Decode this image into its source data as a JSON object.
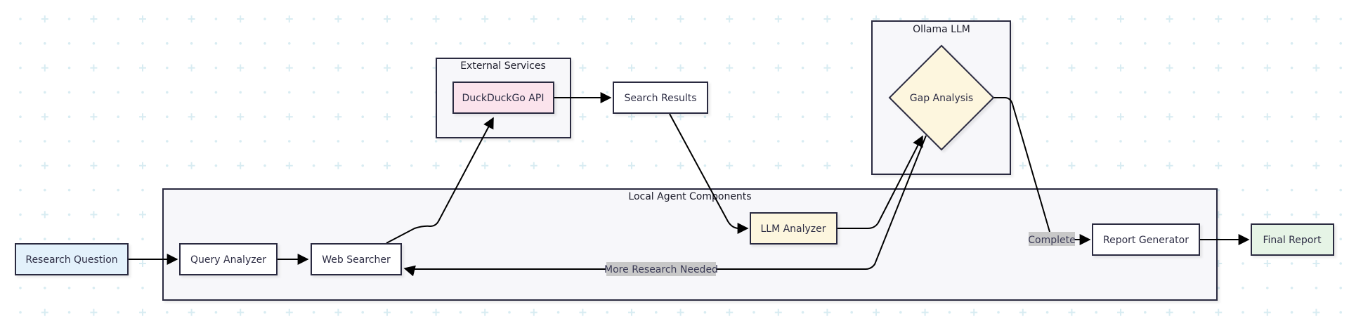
{
  "diagram": {
    "type": "flowchart",
    "colors": {
      "node_default": "#ffffff",
      "node_input": "#e3f1fb",
      "node_api": "#fbe3ec",
      "node_llm": "#fdf6de",
      "node_output": "#e6f4e6",
      "group_fill": "#f7f7fa",
      "stroke": "#2b2b40",
      "edge": "#000000",
      "edge_label_bg": "#c8c8c8",
      "grid_marks": "#d8ecf2"
    },
    "groups": [
      {
        "id": "local",
        "label": "Local Agent Components"
      },
      {
        "id": "external",
        "label": "External Services"
      },
      {
        "id": "ollama",
        "label": "Ollama LLM"
      }
    ],
    "nodes": [
      {
        "id": "research_question",
        "label": "Research Question",
        "kind": "input"
      },
      {
        "id": "query_analyzer",
        "label": "Query Analyzer",
        "kind": "default",
        "group": "local"
      },
      {
        "id": "web_searcher",
        "label": "Web Searcher",
        "kind": "default",
        "group": "local"
      },
      {
        "id": "duckduckgo_api",
        "label": "DuckDuckGo API",
        "kind": "api",
        "group": "external"
      },
      {
        "id": "search_results",
        "label": "Search Results",
        "kind": "default"
      },
      {
        "id": "llm_analyzer",
        "label": "LLM Analyzer",
        "kind": "llm",
        "group": "local"
      },
      {
        "id": "gap_analysis",
        "label": "Gap Analysis",
        "kind": "decision",
        "group": "ollama"
      },
      {
        "id": "report_generator",
        "label": "Report Generator",
        "kind": "default",
        "group": "local"
      },
      {
        "id": "final_report",
        "label": "Final Report",
        "kind": "output"
      }
    ],
    "edges": [
      {
        "from": "research_question",
        "to": "query_analyzer",
        "label": ""
      },
      {
        "from": "query_analyzer",
        "to": "web_searcher",
        "label": ""
      },
      {
        "from": "web_searcher",
        "to": "duckduckgo_api",
        "label": ""
      },
      {
        "from": "duckduckgo_api",
        "to": "search_results",
        "label": ""
      },
      {
        "from": "search_results",
        "to": "llm_analyzer",
        "label": ""
      },
      {
        "from": "llm_analyzer",
        "to": "gap_analysis",
        "label": ""
      },
      {
        "from": "gap_analysis",
        "to": "web_searcher",
        "label": "More Research Needed"
      },
      {
        "from": "gap_analysis",
        "to": "report_generator",
        "label": "Complete"
      },
      {
        "from": "report_generator",
        "to": "final_report",
        "label": ""
      }
    ]
  }
}
